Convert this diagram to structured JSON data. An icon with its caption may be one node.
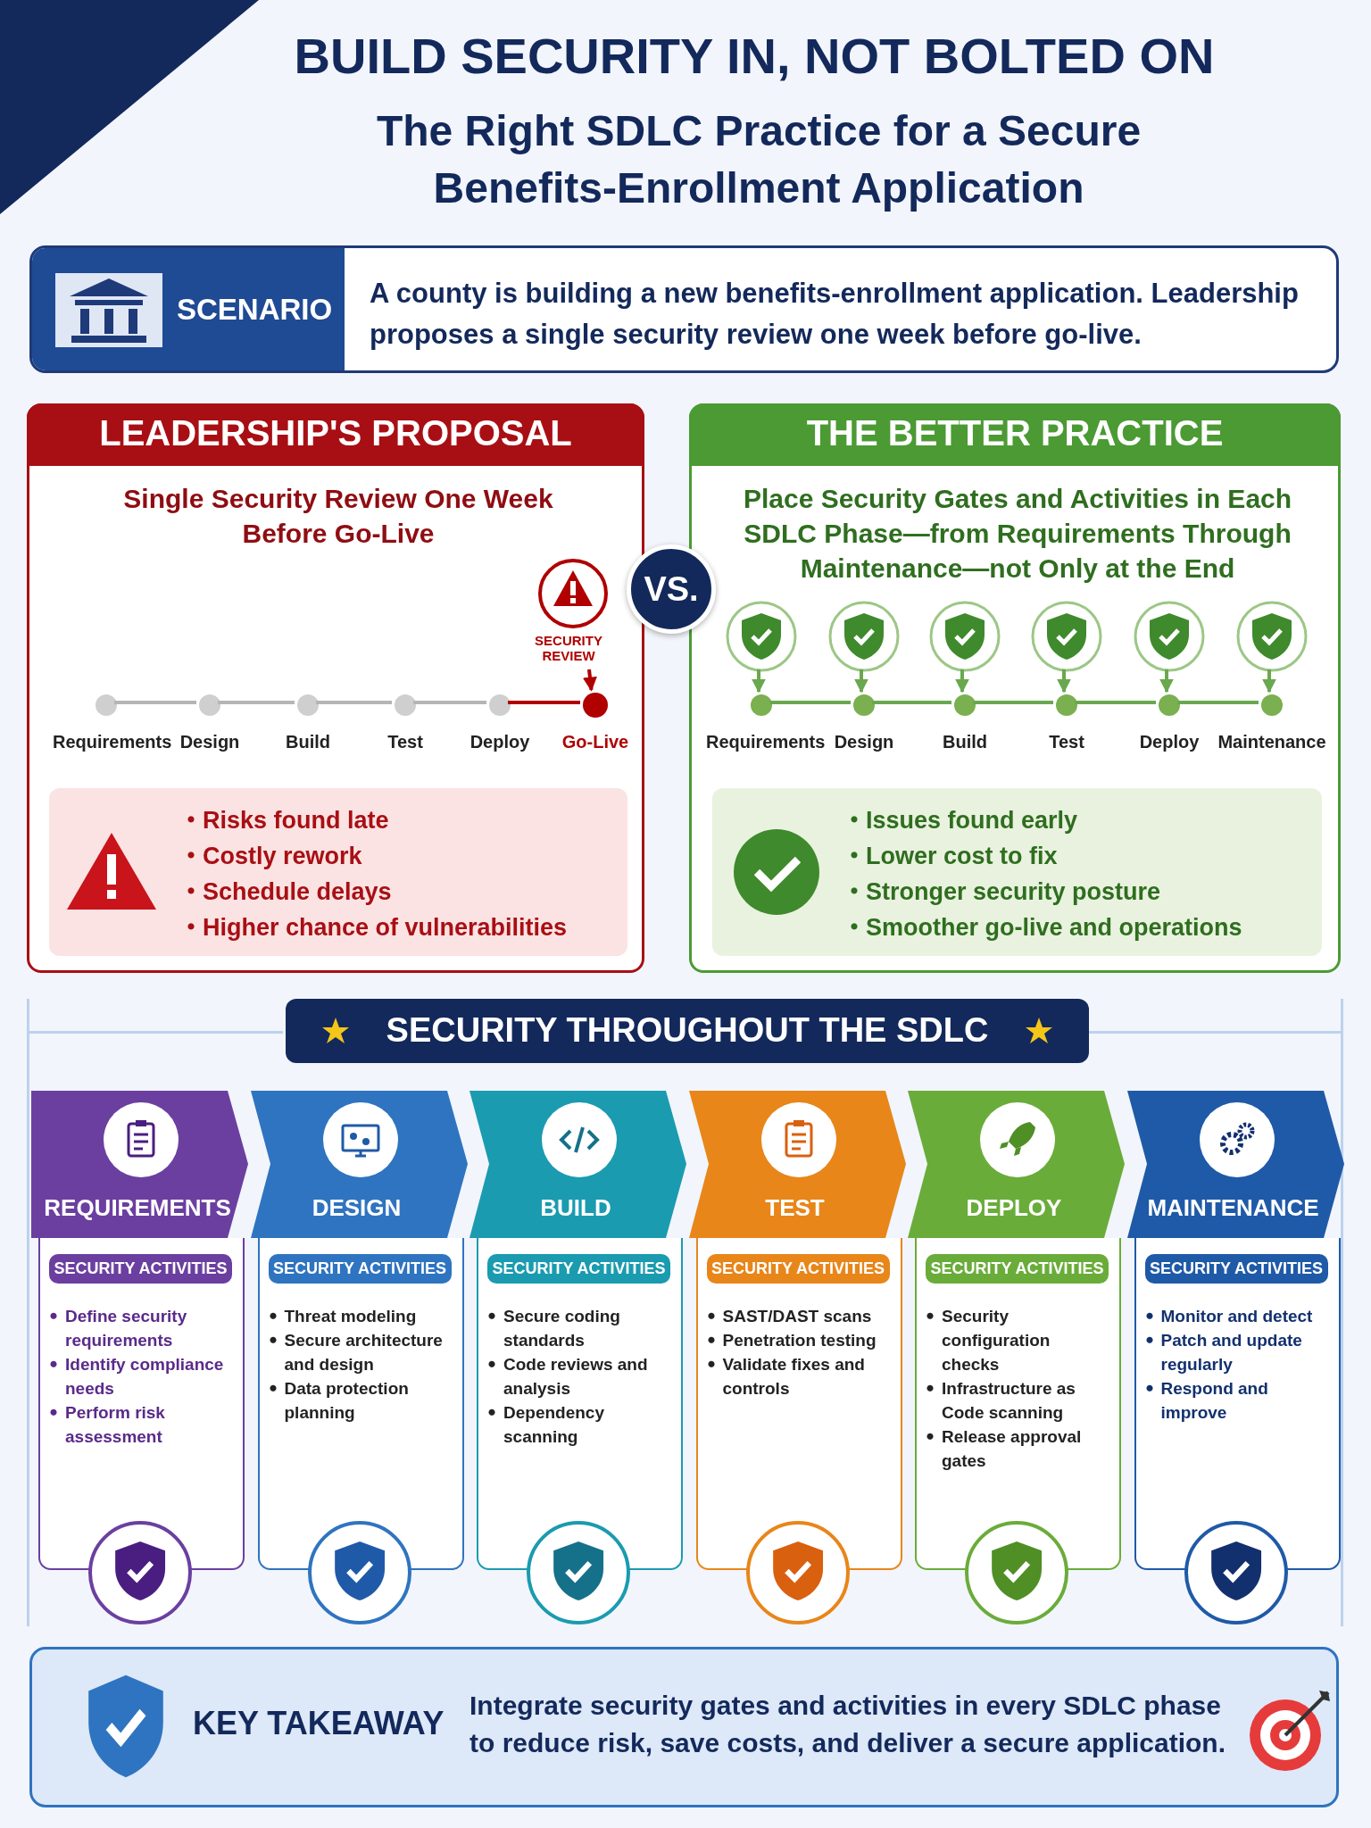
{
  "diagram": {
    "title": "BUILD SECURITY IN, NOT BOLTED ON",
    "nodes": [
      {
        "text": [
          "SCENARIO",
          "A county is building a new benefits-enrollment application. Leadership proposes a single security review one week before go-live."
        ]
      },
      {
        "text": [
          "LEADERSHIP'S PROPOSAL",
          "Single Security Review One Week Before Go-Live"
        ]
      },
      {
        "text": [
          "THE BETTER PRACTICE",
          "Place Security Gates and Activities in Each SDLC Phase—from Requirements Through Maintenance—not Only at the End"
        ]
      },
      {
        "text": [
          "VS."
        ]
      },
      {
        "text": [
          "Requirements"
        ],
        "in": 1
      },
      {
        "text": [
          "Design"
        ],
        "in": 1
      },
      {
        "text": [
          "Build"
        ],
        "in": 1
      },
      {
        "text": [
          "Test"
        ],
        "in": 1
      },
      {
        "text": [
          "Deploy"
        ],
        "in": 1
      },
      {
        "text": [
          "Go-Live"
        ],
        "in": 1
      },
      {
        "text": [
          "SECURITY REVIEW"
        ],
        "in": 1
      },
      {
        "text": [
          "Risks found late",
          "Costly rework",
          "Schedule delays",
          "Higher chance of vulnerabilities"
        ],
        "in": 1
      },
      {
        "text": [
          "Requirements"
        ],
        "in": 2
      },
      {
        "text": [
          "Design"
        ],
        "in": 2
      },
      {
        "text": [
          "Build"
        ],
        "in": 2
      },
      {
        "text": [
          "Test"
        ],
        "in": 2
      },
      {
        "text": [
          "Deploy"
        ],
        "in": 2
      },
      {
        "text": [
          "Maintenance"
        ],
        "in": 2
      },
      {
        "text": [],
        "shape": "shield",
        "in": 2
      },
      {
        "text": [],
        "shape": "shield",
        "in": 2
      },
      {
        "text": [],
        "shape": "shield",
        "in": 2
      },
      {
        "text": [],
        "shape": "shield",
        "in": 2
      },
      {
        "text": [],
        "shape": "shield",
        "in": 2
      },
      {
        "text": [],
        "shape": "shield",
        "in": 2
      },
      {
        "text": [
          "Issues found early",
          "Lower cost to fix",
          "Stronger security posture",
          "Smoother go-live and operations"
        ],
        "in": 2
      },
      {
        "text": [
          "SECURITY THROUGHOUT THE SDLC"
        ]
      },
      {
        "text": [
          "REQUIREMENTS",
          "SECURITY ACTIVITIES",
          "Define security requirements",
          "Identify compliance needs",
          "Perform risk assessment"
        ],
        "in": 25
      },
      {
        "text": [
          "DESIGN",
          "SECURITY ACTIVITIES",
          "Threat modeling",
          "Secure architecture and design",
          "Data protection planning"
        ],
        "in": 25
      },
      {
        "text": [
          "BUILD",
          "SECURITY ACTIVITIES",
          "Secure coding standards",
          "Code reviews and analysis",
          "Dependency scanning"
        ],
        "in": 25
      },
      {
        "text": [
          "TEST",
          "SECURITY ACTIVITIES",
          "SAST/DAST scans",
          "Penetration testing",
          "Validate fixes and controls"
        ],
        "in": 25
      },
      {
        "text": [
          "DEPLOY",
          "SECURITY ACTIVITIES",
          "Security configuration checks",
          "Infrastructure as Code scanning",
          "Release approval gates"
        ],
        "in": 25
      },
      {
        "text": [
          "MAINTENANCE",
          "SECURITY ACTIVITIES",
          "Monitor and detect",
          "Patch and update regularly",
          "Respond and improve"
        ],
        "in": 25
      },
      {
        "text": [
          "KEY TAKEAWAY",
          "Integrate security gates and activities in every SDLC phase to reduce risk, save costs, and deliver a secure application."
        ]
      }
    ],
    "edges": [
      {
        "from": 4,
        "to": 5,
        "arrow": "none",
        "color": "#b5b5b5"
      },
      {
        "from": 5,
        "to": 6,
        "arrow": "none",
        "color": "#b5b5b5"
      },
      {
        "from": 6,
        "to": 7,
        "arrow": "none",
        "color": "#b5b5b5"
      },
      {
        "from": 7,
        "to": 8,
        "arrow": "none",
        "color": "#b5b5b5"
      },
      {
        "from": 8,
        "to": 9,
        "arrow": "none",
        "color": "#b00000"
      },
      {
        "from": 10,
        "to": 9,
        "arrow": "to",
        "color": "#b00000"
      },
      {
        "from": 12,
        "to": 13,
        "arrow": "none"
      },
      {
        "from": 13,
        "to": 14,
        "arrow": "none"
      },
      {
        "from": 14,
        "to": 15,
        "arrow": "none"
      },
      {
        "from": 15,
        "to": 16,
        "arrow": "none"
      },
      {
        "from": 16,
        "to": 17,
        "arrow": "none"
      },
      {
        "from": 18,
        "to": 12,
        "arrow": "to"
      },
      {
        "from": 19,
        "to": 13,
        "arrow": "to"
      },
      {
        "from": 20,
        "to": 14,
        "arrow": "to"
      },
      {
        "from": 21,
        "to": 15,
        "arrow": "to"
      },
      {
        "from": 22,
        "to": 16,
        "arrow": "to"
      },
      {
        "from": 23,
        "to": 17,
        "arrow": "to"
      }
    ],
    "labels": [
      "The Right SDLC Practice for a Secure Benefits-Enrollment Application"
    ]
  }
}
